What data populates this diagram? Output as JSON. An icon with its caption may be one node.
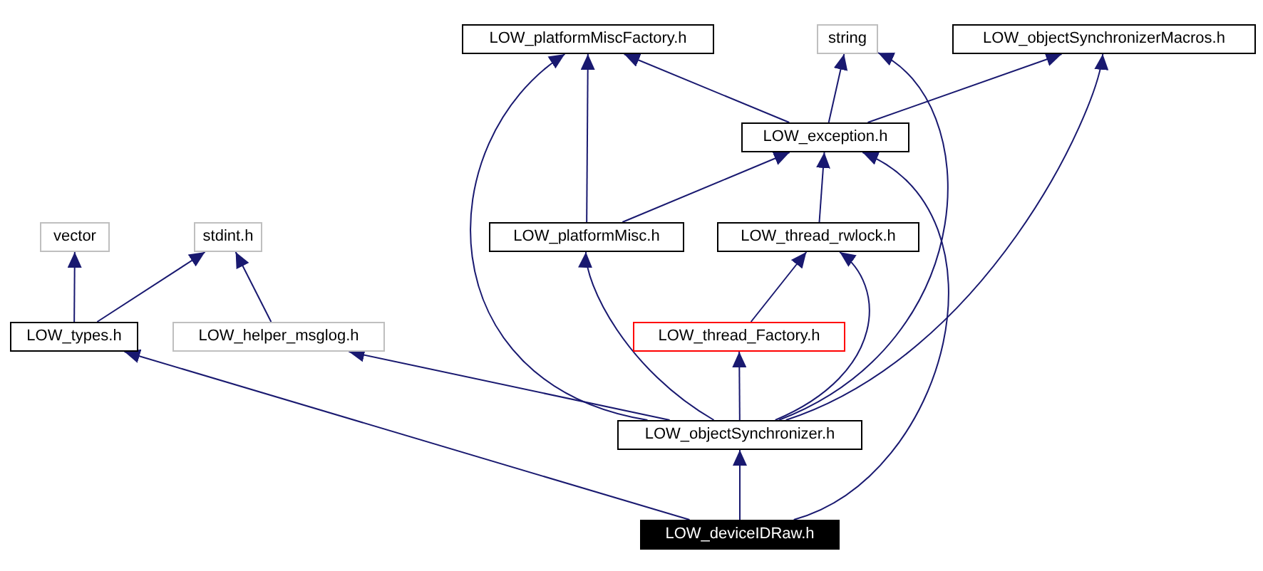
{
  "diagram": {
    "nodes": [
      {
        "text": [
          "LOW_platformMiscFactory.h"
        ]
      },
      {
        "text": [
          "string"
        ]
      },
      {
        "text": [
          "LOW_objectSynchronizerMacros.h"
        ]
      },
      {
        "text": [
          "LOW_exception.h"
        ]
      },
      {
        "text": [
          "vector"
        ]
      },
      {
        "text": [
          "stdint.h"
        ]
      },
      {
        "text": [
          "LOW_platformMisc.h"
        ]
      },
      {
        "text": [
          "LOW_thread_rwlock.h"
        ]
      },
      {
        "text": [
          "LOW_types.h"
        ]
      },
      {
        "text": [
          "LOW_helper_msglog.h"
        ]
      },
      {
        "text": [
          "LOW_thread_Factory.h"
        ]
      },
      {
        "text": [
          "LOW_objectSynchronizer.h"
        ]
      },
      {
        "text": [
          "LOW_deviceIDRaw.h"
        ]
      }
    ],
    "edges": [
      {
        "from": 8,
        "to": 4,
        "arrow": "to"
      },
      {
        "from": 8,
        "to": 5,
        "arrow": "to"
      },
      {
        "from": 9,
        "to": 5,
        "arrow": "to"
      },
      {
        "from": 12,
        "to": 8,
        "arrow": "to"
      },
      {
        "from": 12,
        "to": 11,
        "arrow": "to"
      },
      {
        "from": 12,
        "to": 3,
        "arrow": "to"
      },
      {
        "from": 11,
        "to": 9,
        "arrow": "to"
      },
      {
        "from": 11,
        "to": 0,
        "arrow": "to"
      },
      {
        "from": 11,
        "to": 6,
        "arrow": "to"
      },
      {
        "from": 11,
        "to": 10,
        "arrow": "to"
      },
      {
        "from": 11,
        "to": 7,
        "arrow": "to"
      },
      {
        "from": 11,
        "to": 1,
        "arrow": "to"
      },
      {
        "from": 11,
        "to": 2,
        "arrow": "to"
      },
      {
        "from": 10,
        "to": 7,
        "arrow": "to"
      },
      {
        "from": 7,
        "to": 3,
        "arrow": "to"
      },
      {
        "from": 6,
        "to": 0,
        "arrow": "to"
      },
      {
        "from": 6,
        "to": 3,
        "arrow": "to"
      },
      {
        "from": 3,
        "to": 0,
        "arrow": "to"
      },
      {
        "from": 3,
        "to": 1,
        "arrow": "to"
      },
      {
        "from": 3,
        "to": 2,
        "arrow": "to"
      }
    ]
  }
}
